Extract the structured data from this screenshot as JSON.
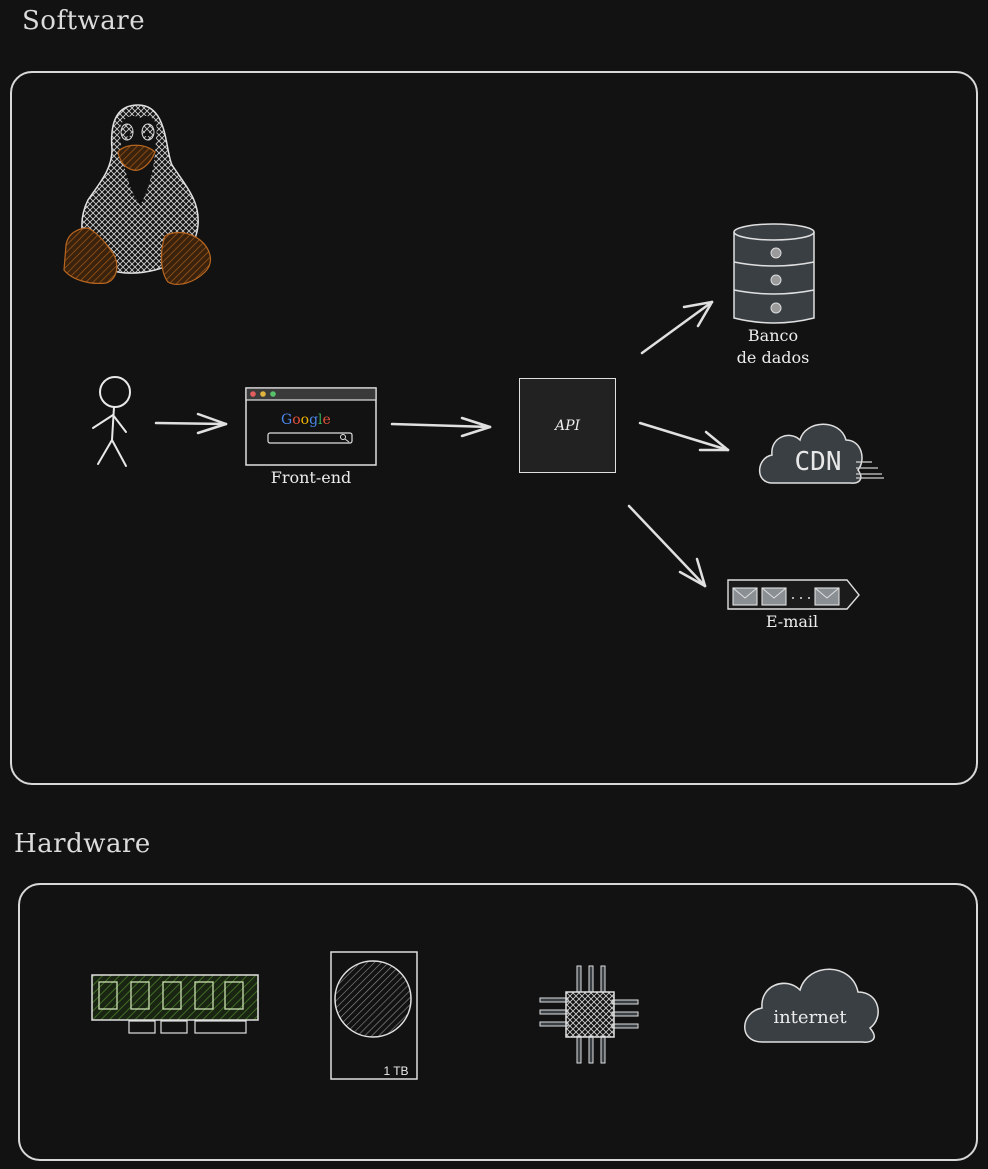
{
  "software": {
    "title": "Software"
  },
  "hardware": {
    "title": "Hardware"
  },
  "nodes": {
    "frontend": {
      "label": "Front-end",
      "logo": "Google"
    },
    "api": {
      "label": "API"
    },
    "database": {
      "label_line1": "Banco",
      "label_line2": "de dados"
    },
    "cdn": {
      "label": "CDN"
    },
    "email": {
      "label": "E-mail"
    }
  },
  "hw": {
    "disk": {
      "label": "1 TB"
    },
    "internet": {
      "label": "internet"
    }
  },
  "icons": {
    "penguin": "linux-penguin-icon",
    "user": "stick-figure-icon",
    "browser": "browser-window-icon",
    "database": "database-icon",
    "cdn": "cloud-cdn-icon",
    "email": "email-queue-icon",
    "ram": "ram-module-icon",
    "disk": "hard-disk-icon",
    "cpu": "cpu-chip-icon",
    "internet": "cloud-icon"
  },
  "colors": {
    "background": "#121212",
    "stroke": "#d8d8d8",
    "penguin_accent": "#8a4a12",
    "ram_fill": "#2d4a1e"
  }
}
